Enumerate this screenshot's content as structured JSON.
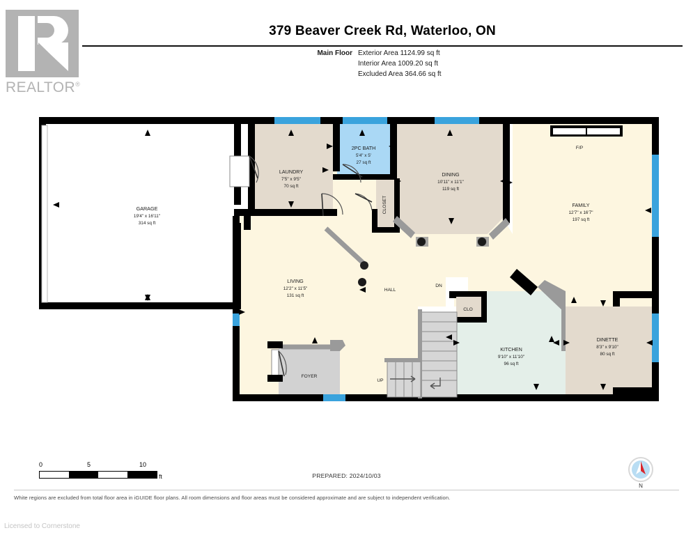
{
  "brand": {
    "logo_word": "REALTOR",
    "logo_superscript": "®"
  },
  "header": {
    "title": "379 Beaver Creek Rd, Waterloo, ON",
    "floor_label": "Main Floor",
    "areas": [
      "Exterior Area 1124.99 sq ft",
      "Interior Area 1009.20 sq ft",
      "Excluded Area 364.66 sq ft"
    ]
  },
  "plan": {
    "rooms": [
      {
        "key": "garage",
        "name": "GARAGE",
        "dim": "19'4\" x 16'11\"",
        "area": "314 sq ft",
        "fill": "#ffffff"
      },
      {
        "key": "laundry",
        "name": "LAUNDRY",
        "dim": "7'5\" x 9'5\"",
        "area": "70 sq ft",
        "fill": "#e3dacd"
      },
      {
        "key": "bath",
        "name": "2PC BATH",
        "dim": "5'4\" x 5'",
        "area": "27 sq ft",
        "fill": "#aad8f5"
      },
      {
        "key": "dining",
        "name": "DINING",
        "dim": "10'11\" x 11'1\"",
        "area": "119 sq ft",
        "fill": "#e3dacd"
      },
      {
        "key": "family",
        "name": "FAMILY",
        "dim": "12'7\" x 16'7\"",
        "area": "197 sq ft",
        "fill": "#fdf6e0"
      },
      {
        "key": "living",
        "name": "LIVING",
        "dim": "12'2\" x 11'5\"",
        "area": "131 sq ft",
        "fill": "#fdf6e0"
      },
      {
        "key": "kitchen",
        "name": "KITCHEN",
        "dim": "9'10\" x 11'10\"",
        "area": "96 sq ft",
        "fill": "#e4efe9"
      },
      {
        "key": "dinette",
        "name": "DINETTE",
        "dim": "8'3\" x 9'10\"",
        "area": "80 sq ft",
        "fill": "#e3dacd"
      }
    ],
    "labels": {
      "hall": "HALL",
      "foyer": "FOYER",
      "closet": "CLOSET",
      "clo": "CLO",
      "fireplace": "F/P",
      "stairs_down": "DN",
      "stairs_up": "UP"
    },
    "colors": {
      "wall": "#000000",
      "window": "#3aa3dd",
      "door_swing": "#9a9a9a",
      "stair_fill": "#d6d6d6",
      "foyer_fill": "#d2d2d2",
      "beige": "#e3dacd",
      "cream": "#fdf6e0",
      "mint": "#e4efe9",
      "bath_blue": "#aad8f5"
    }
  },
  "footer": {
    "scale_ticks": [
      "0",
      "5",
      "10"
    ],
    "scale_unit": "ft",
    "prepared": "PREPARED: 2024/10/03",
    "compass_letter": "N",
    "disclaimer": "White regions are excluded from total floor area in iGUIDE floor plans. All room dimensions and floor areas must be considered approximate and are subject to independent verification.",
    "licensed": "Licensed to Cornerstone"
  }
}
